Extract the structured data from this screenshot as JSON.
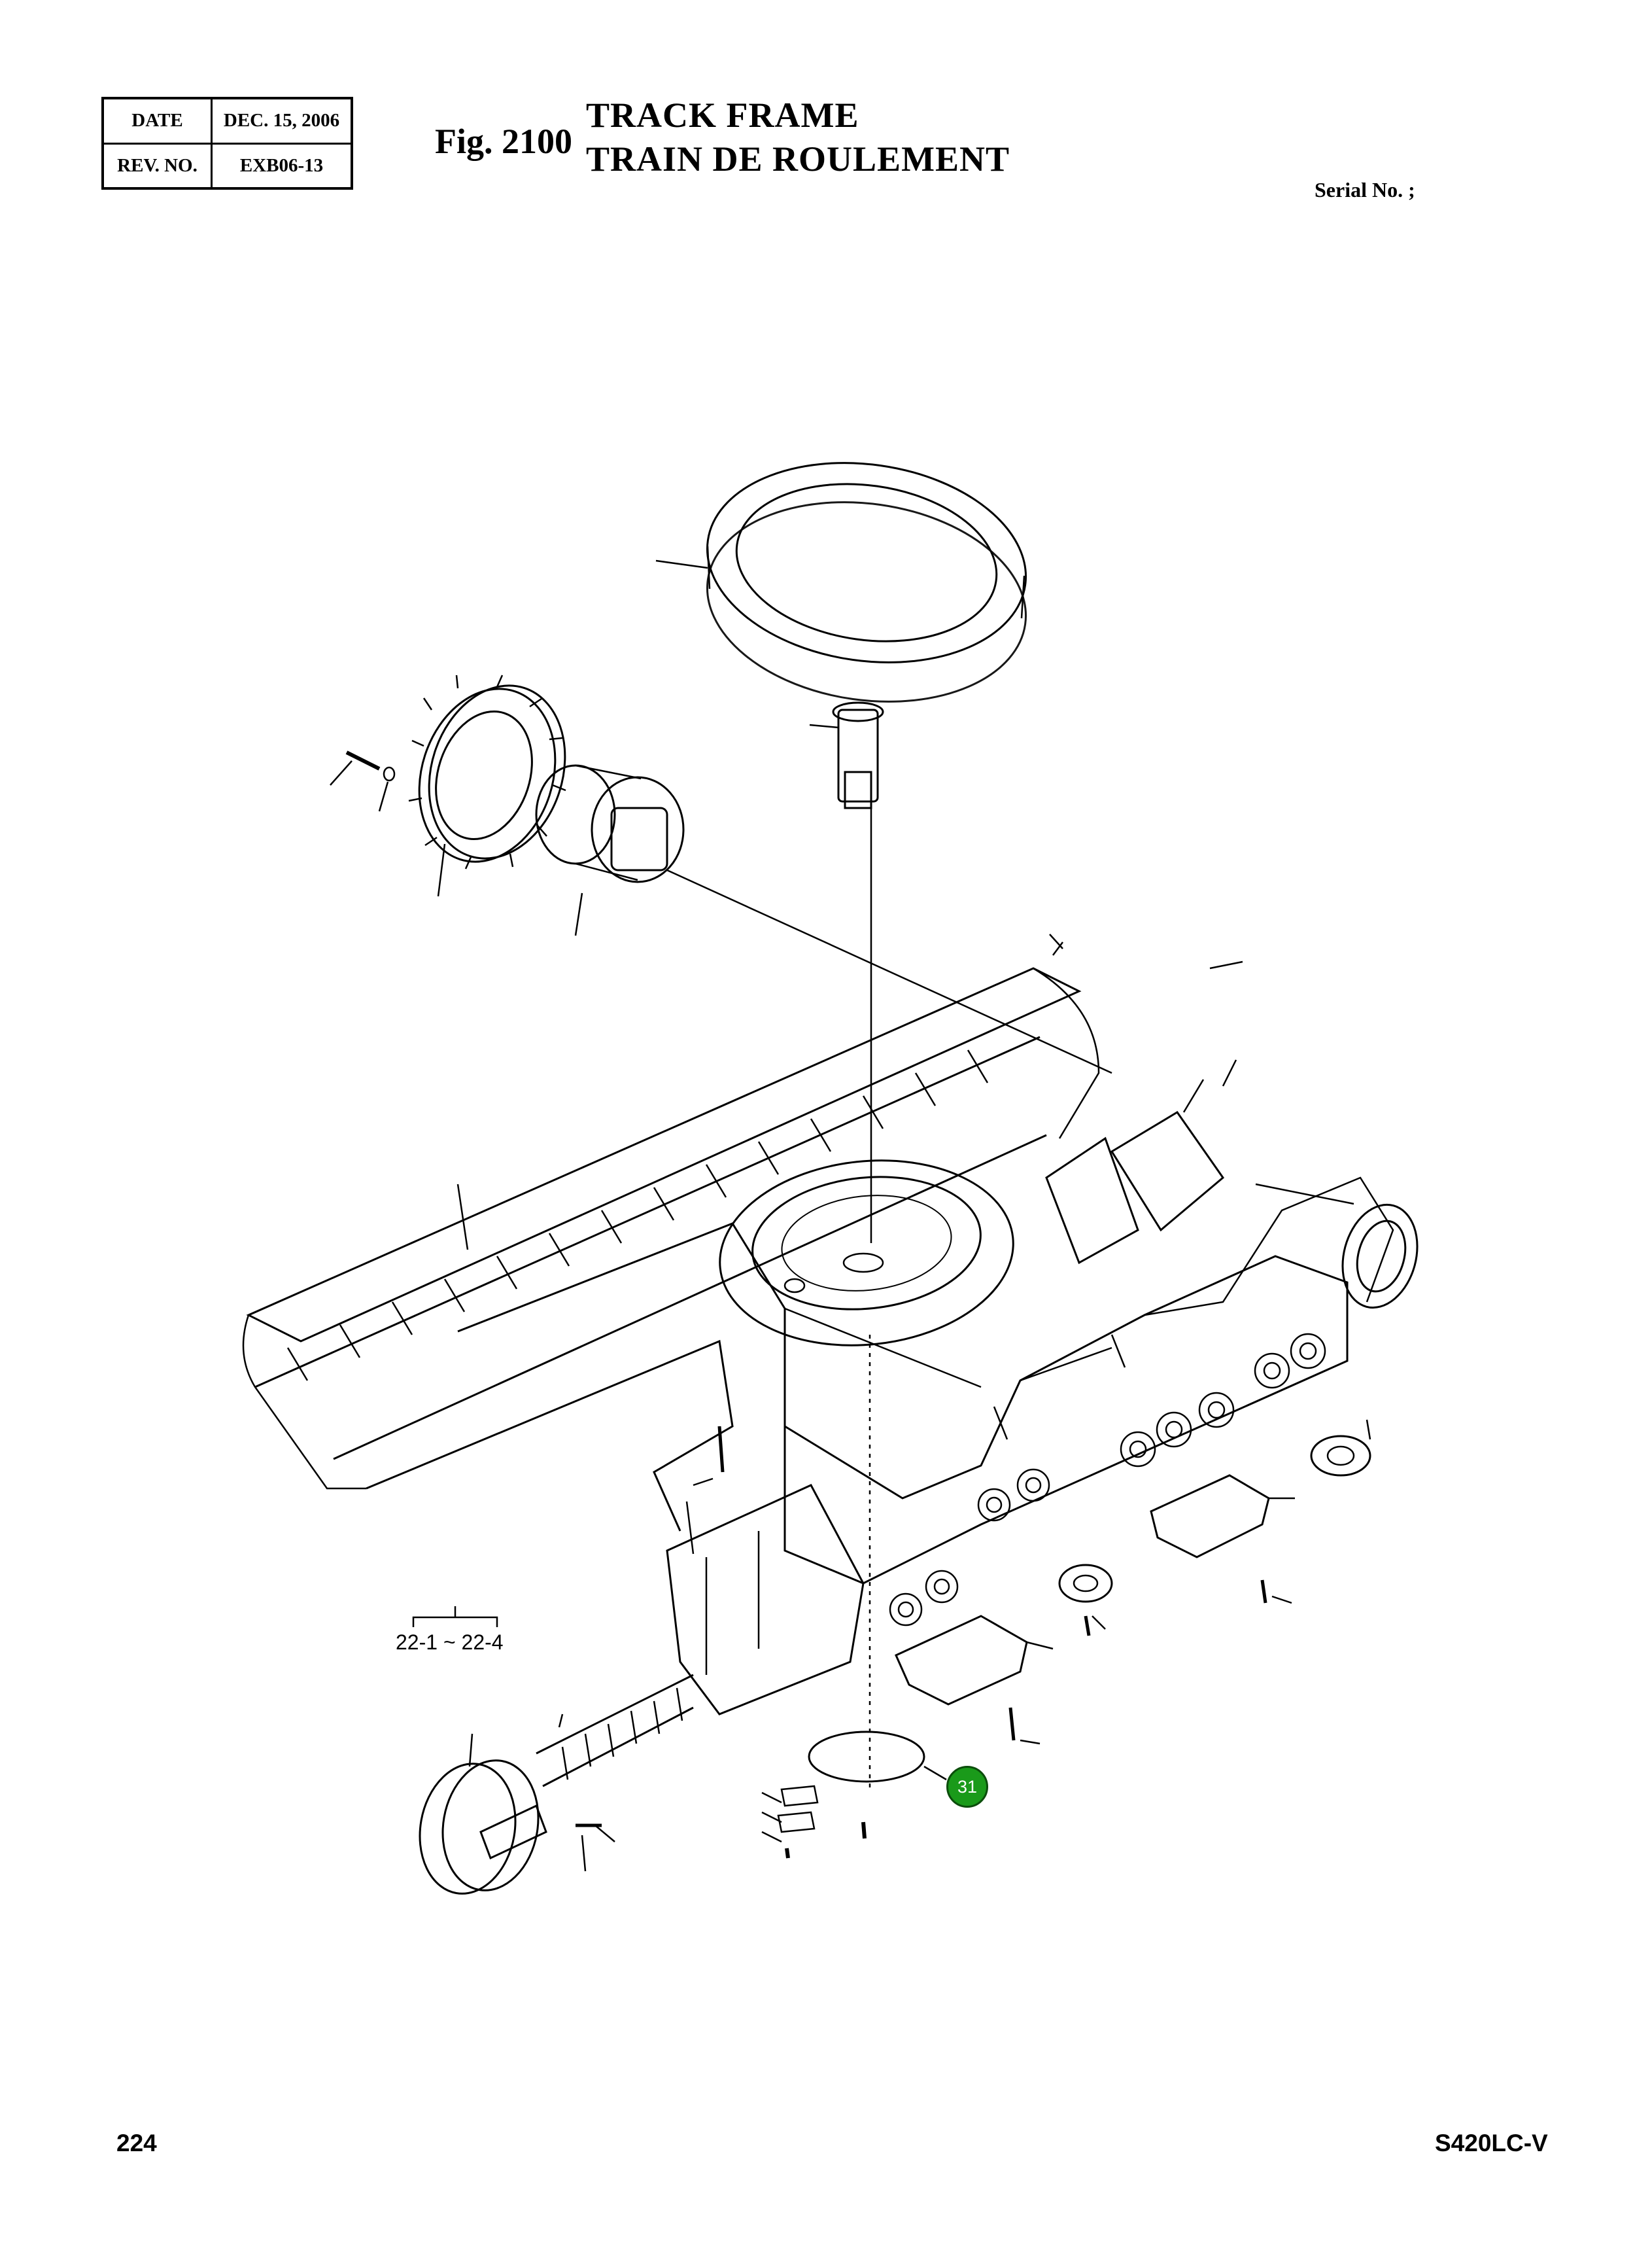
{
  "header": {
    "date_label": "DATE",
    "date_value": "DEC. 15, 2006",
    "rev_label": "REV. NO.",
    "rev_value": "EXB06-13"
  },
  "figure": {
    "number": "Fig. 2100",
    "title_en": "TRACK FRAME",
    "title_fr": "TRAIN DE ROULEMENT"
  },
  "serial_label": "Serial No. ;",
  "callouts": {
    "range_label": "22-1 ~ 22-4",
    "highlighted_part": "31",
    "highlight_color": "#1a9a1a"
  },
  "footer": {
    "page_number": "224",
    "model": "S420LC-V"
  }
}
